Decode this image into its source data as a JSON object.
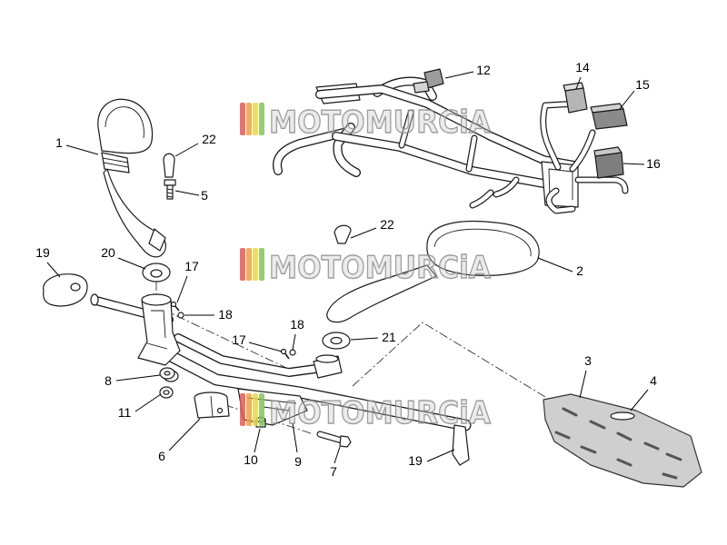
{
  "watermark": {
    "text": "MOTOMURCiA",
    "stripe_colors": [
      "#e45a55",
      "#f0a03e",
      "#e9d84c",
      "#86c45e"
    ]
  },
  "callouts": [
    "1",
    "22",
    "5",
    "12",
    "14",
    "15",
    "16",
    "2",
    "22",
    "19",
    "20",
    "17",
    "18",
    "8",
    "11",
    "6",
    "10",
    "9",
    "7",
    "19",
    "17",
    "18",
    "21",
    "3",
    "4"
  ]
}
